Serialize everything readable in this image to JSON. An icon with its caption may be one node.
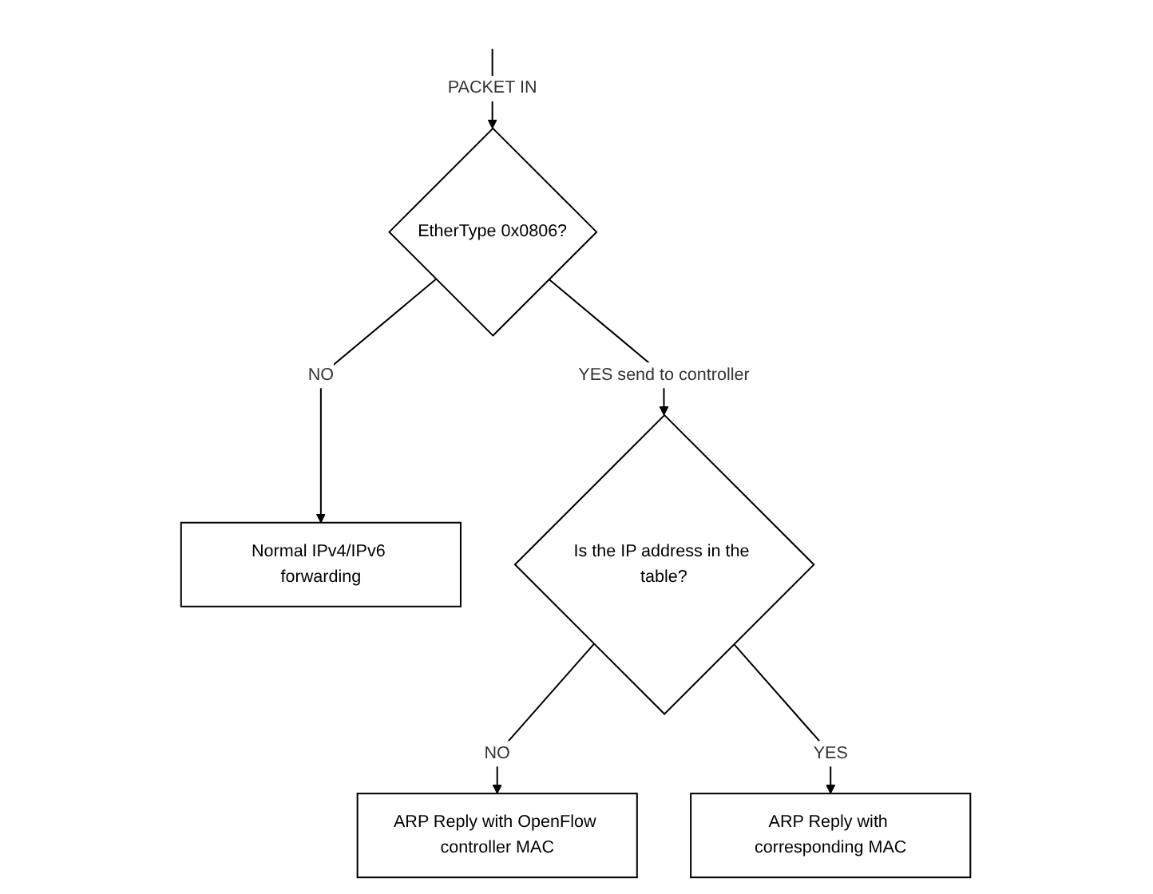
{
  "diagram": {
    "nodes": [
      {
        "text": [
          "EtherType 0x0806?"
        ]
      },
      {
        "text": [
          "Normal IPv4/IPv6 forwarding"
        ]
      },
      {
        "text": [
          "Is the IP address in the table?"
        ]
      },
      {
        "text": [
          "ARP Reply with OpenFlow controller MAC"
        ]
      },
      {
        "text": [
          "ARP Reply with corresponding MAC"
        ]
      }
    ],
    "edges": [
      {
        "from": null,
        "to": 0,
        "arrow": "to",
        "label": "PACKET IN"
      },
      {
        "from": 0,
        "to": 1,
        "arrow": "to",
        "label": "NO"
      },
      {
        "from": 0,
        "to": 2,
        "arrow": "to",
        "label": "YES send to controller"
      },
      {
        "from": 2,
        "to": 3,
        "arrow": "to",
        "label": "NO"
      },
      {
        "from": 2,
        "to": 4,
        "arrow": "to",
        "label": "YES"
      }
    ]
  }
}
